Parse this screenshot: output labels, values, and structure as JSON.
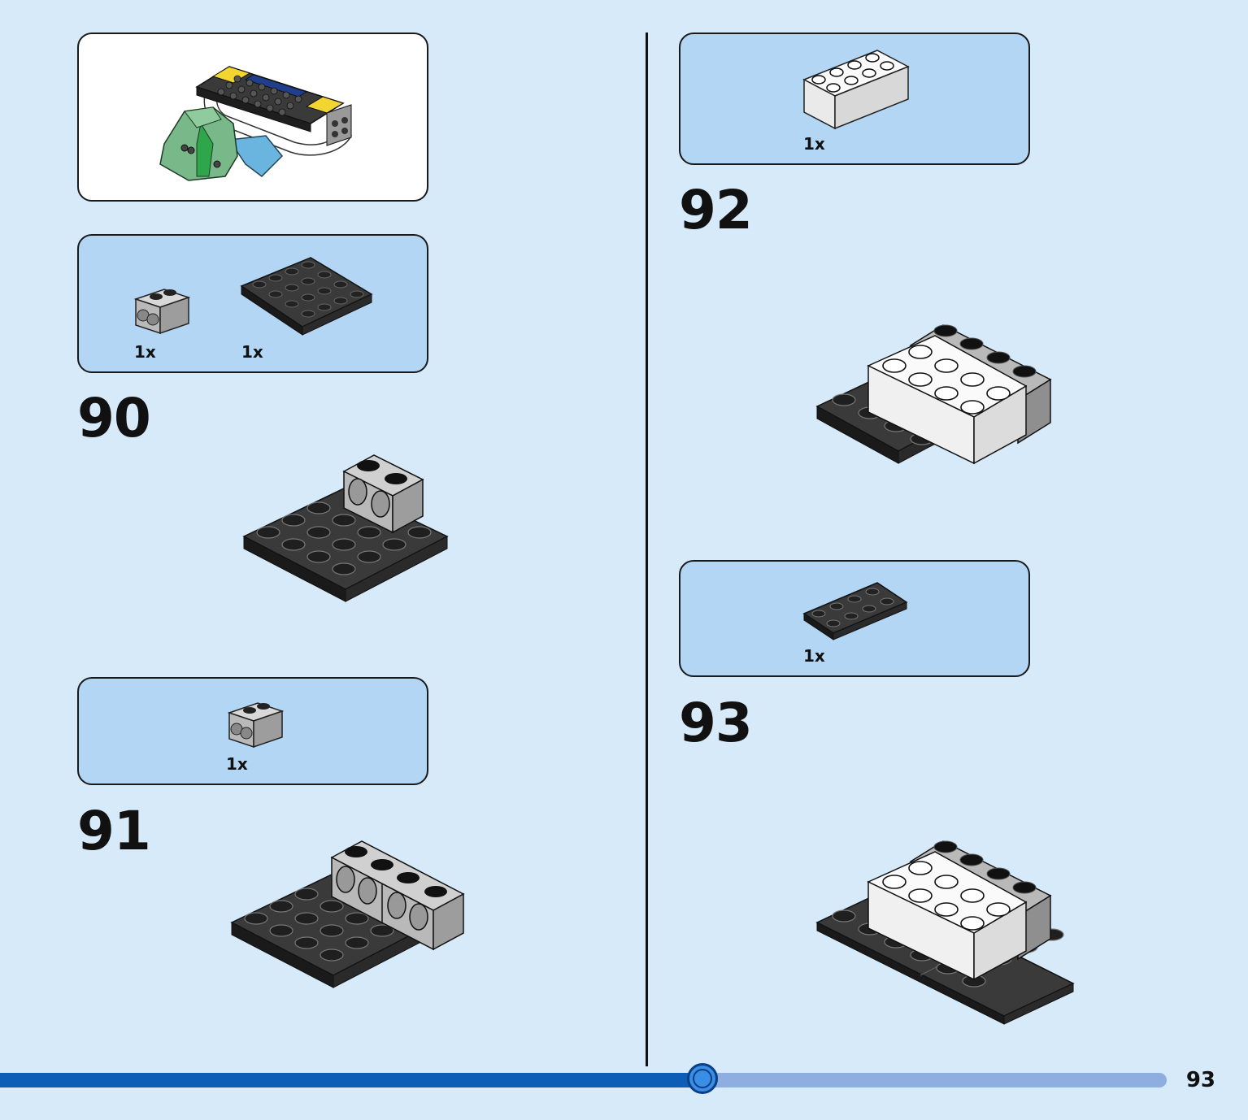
{
  "steps": [
    {
      "number": "90",
      "parts": [
        {
          "qty": "1x",
          "icon": "technic-brick-1x2-light-gray-icon"
        },
        {
          "qty": "1x",
          "icon": "plate-4x4-black-icon"
        }
      ]
    },
    {
      "number": "91",
      "parts": [
        {
          "qty": "1x",
          "icon": "technic-brick-1x2-light-gray-icon"
        }
      ]
    },
    {
      "number": "92",
      "parts": [
        {
          "qty": "1x",
          "icon": "brick-2x4-white-icon"
        }
      ]
    },
    {
      "number": "93",
      "parts": [
        {
          "qty": "1x",
          "icon": "plate-2x4-black-icon"
        }
      ]
    }
  ],
  "overview": {
    "icon": "finished-model-preview-icon"
  },
  "footer": {
    "page_number": "93",
    "progress_fraction": 0.602
  },
  "colors": {
    "background": "#d6eaf9",
    "parts_box": "#b2d6f4",
    "progress_fill": "#0c5db5",
    "progress_track": "#8eaedf",
    "brick_black": "#2b2b2b",
    "brick_gray": "#b9b9b9",
    "brick_white": "#ffffff"
  }
}
